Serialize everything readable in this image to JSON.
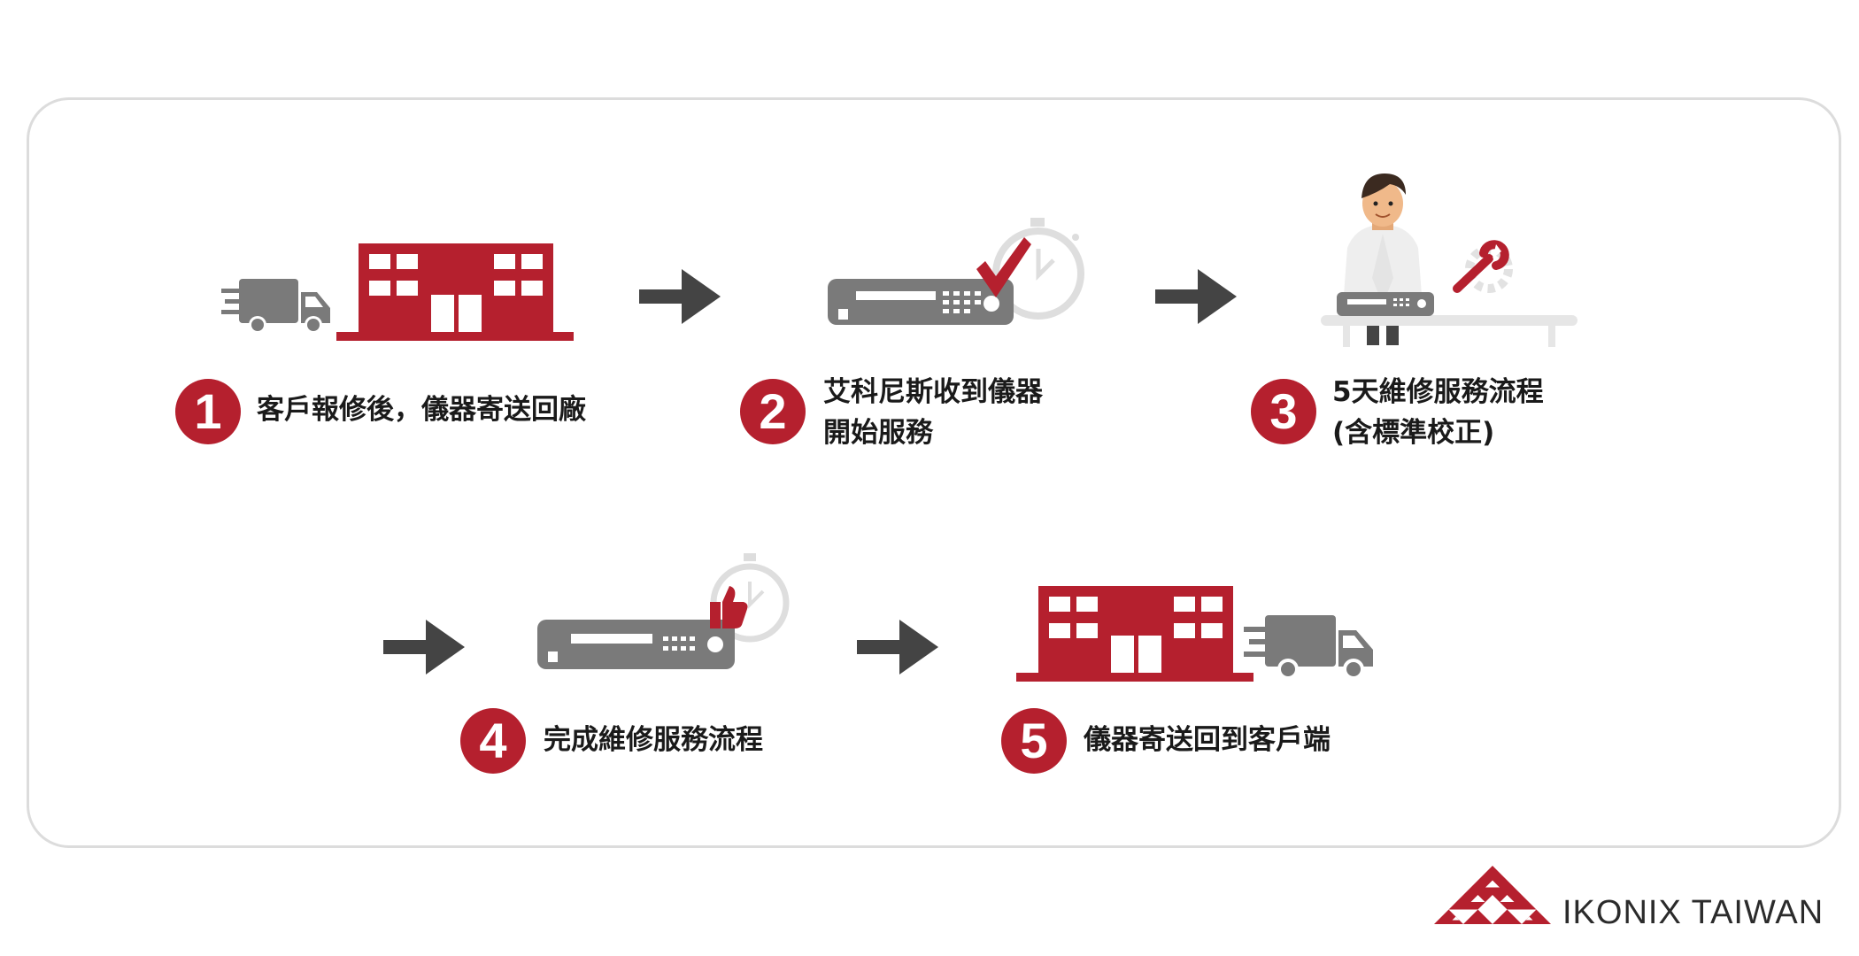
{
  "steps": [
    {
      "number": "1",
      "lines": [
        "客戶報修後，儀器寄送回廠"
      ]
    },
    {
      "number": "2",
      "lines": [
        "艾科尼斯收到儀器",
        "開始服務"
      ]
    },
    {
      "number": "3",
      "lines": [
        "5天維修服務流程",
        "(含標準校正)"
      ]
    },
    {
      "number": "4",
      "lines": [
        "完成維修服務流程"
      ]
    },
    {
      "number": "5",
      "lines": [
        "儀器寄送回到客戶端"
      ]
    }
  ],
  "brand": {
    "name": "IKONIX TAIWAN"
  },
  "colors": {
    "accent": "#b5202e",
    "gray": "#7a7a7a",
    "arrow": "#444444",
    "border": "#dcdcdc"
  },
  "icons": [
    "delivery-truck-icon",
    "factory-building-icon",
    "instrument-icon",
    "stopwatch-icon",
    "checkmark-icon",
    "technician-icon",
    "wrench-gear-icon",
    "thumbs-up-icon",
    "arrow-right-icon",
    "ikonix-triangle-logo"
  ]
}
